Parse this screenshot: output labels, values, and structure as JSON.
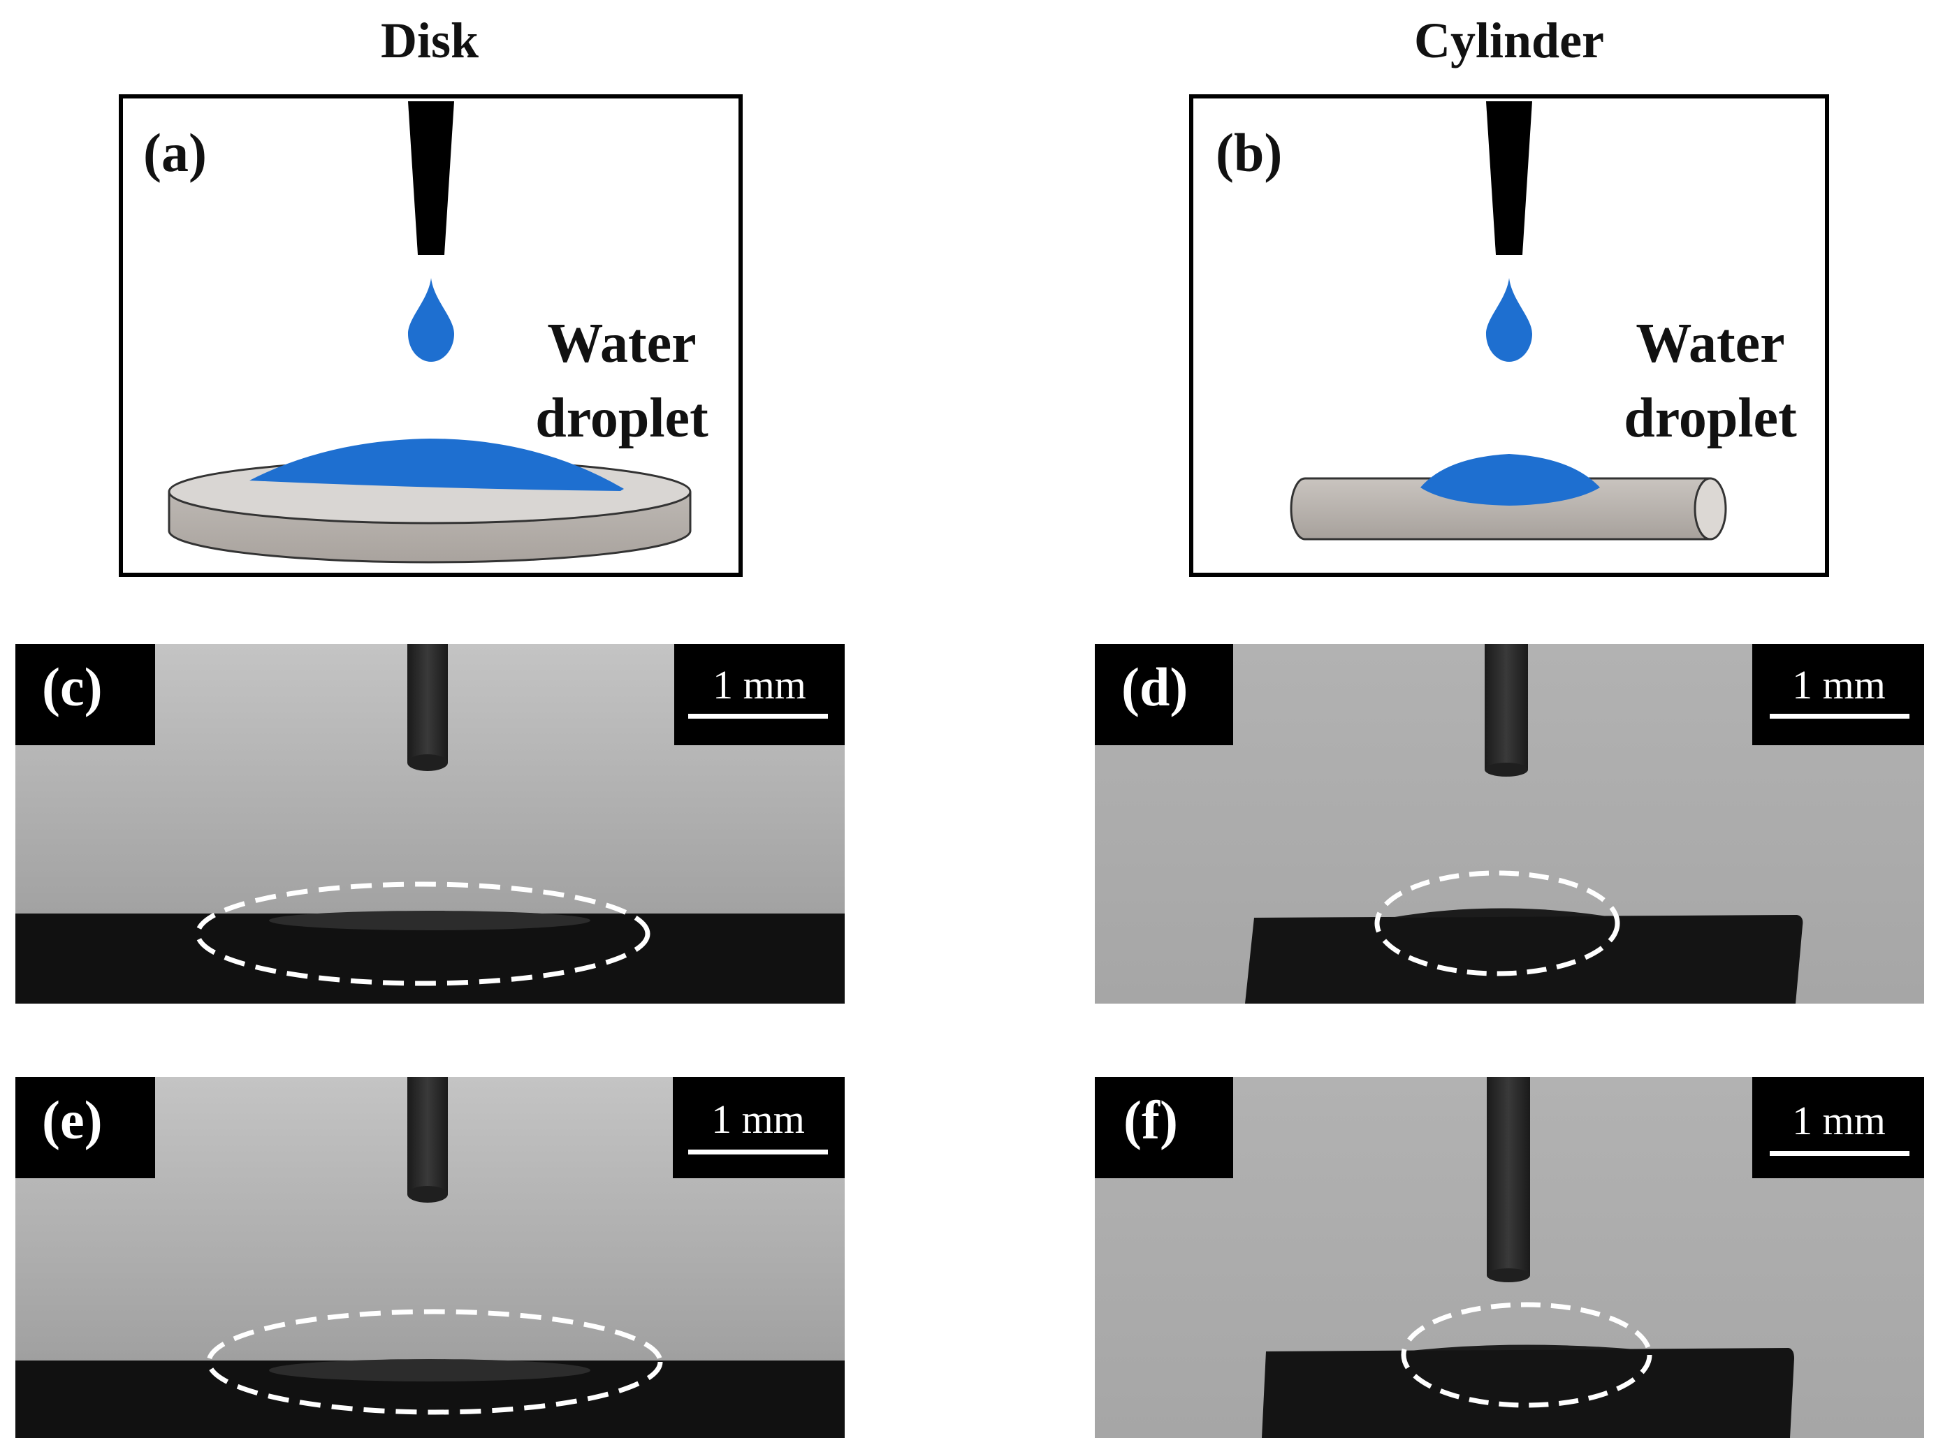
{
  "titles": {
    "left": "Disk",
    "right": "Cylinder"
  },
  "panels": {
    "a": {
      "label": "(a)",
      "water_line1": "Water",
      "water_line2": "droplet"
    },
    "b": {
      "label": "(b)",
      "water_line1": "Water",
      "water_line2": "droplet"
    },
    "c": {
      "label": "(c)",
      "scale": "1 mm"
    },
    "d": {
      "label": "(d)",
      "scale": "1 mm"
    },
    "e": {
      "label": "(e)",
      "scale": "1 mm"
    },
    "f": {
      "label": "(f)",
      "scale": "1 mm"
    }
  },
  "colors": {
    "water": "#1E6FD0",
    "substrate": "#BDB8B3",
    "photo_background": "#A6A6A6",
    "sample_dark": "#111111",
    "outline": "#000000"
  }
}
